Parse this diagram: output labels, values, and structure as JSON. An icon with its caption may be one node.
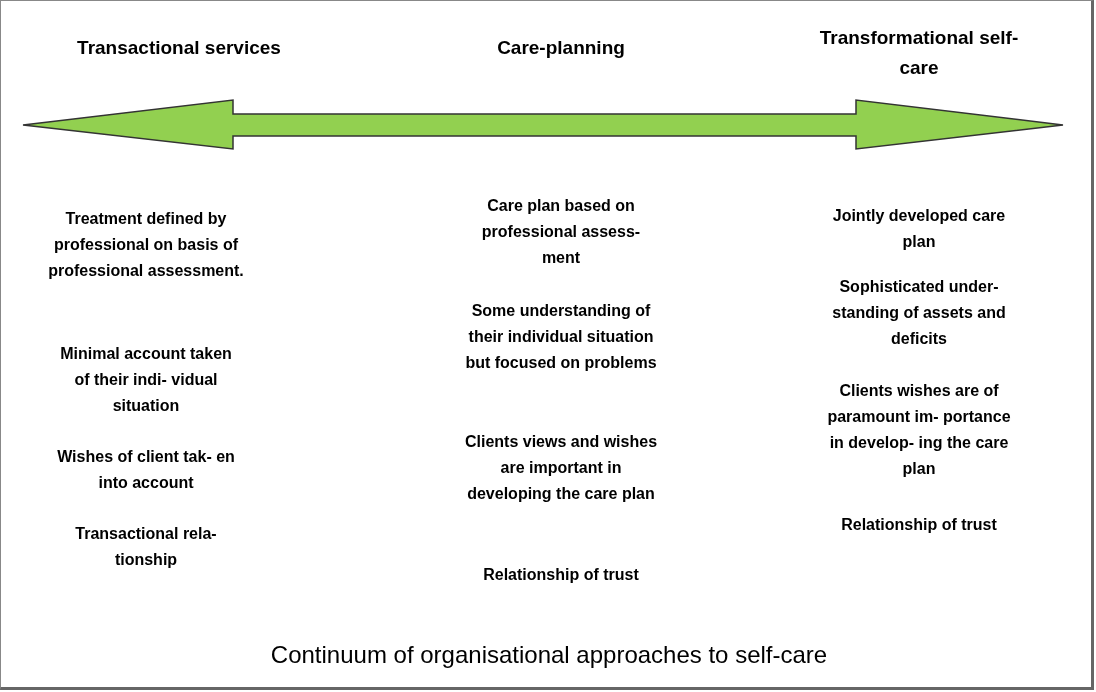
{
  "diagram": {
    "caption": "Continuum of organisational approaches to self-care",
    "labels": [
      "Transactional services",
      "Care-planning",
      "Transformational self-care",
      "Treatment defined by professional on basis of professional assessment.",
      "Minimal account taken of their indi- vidual situation",
      "Wishes of client tak- en into account",
      "Transactional rela- tionship",
      "Care plan based on professional assess- ment",
      "Some understanding of their individual situation but focused on problems",
      "Clients views and wishes are important in developing the care plan",
      "Relationship of trust",
      "Jointly developed care plan",
      "Sophisticated under- standing of assets and deficits",
      "Clients wishes are of paramount im- portance in develop- ing the care plan",
      "Relationship of trust"
    ]
  }
}
